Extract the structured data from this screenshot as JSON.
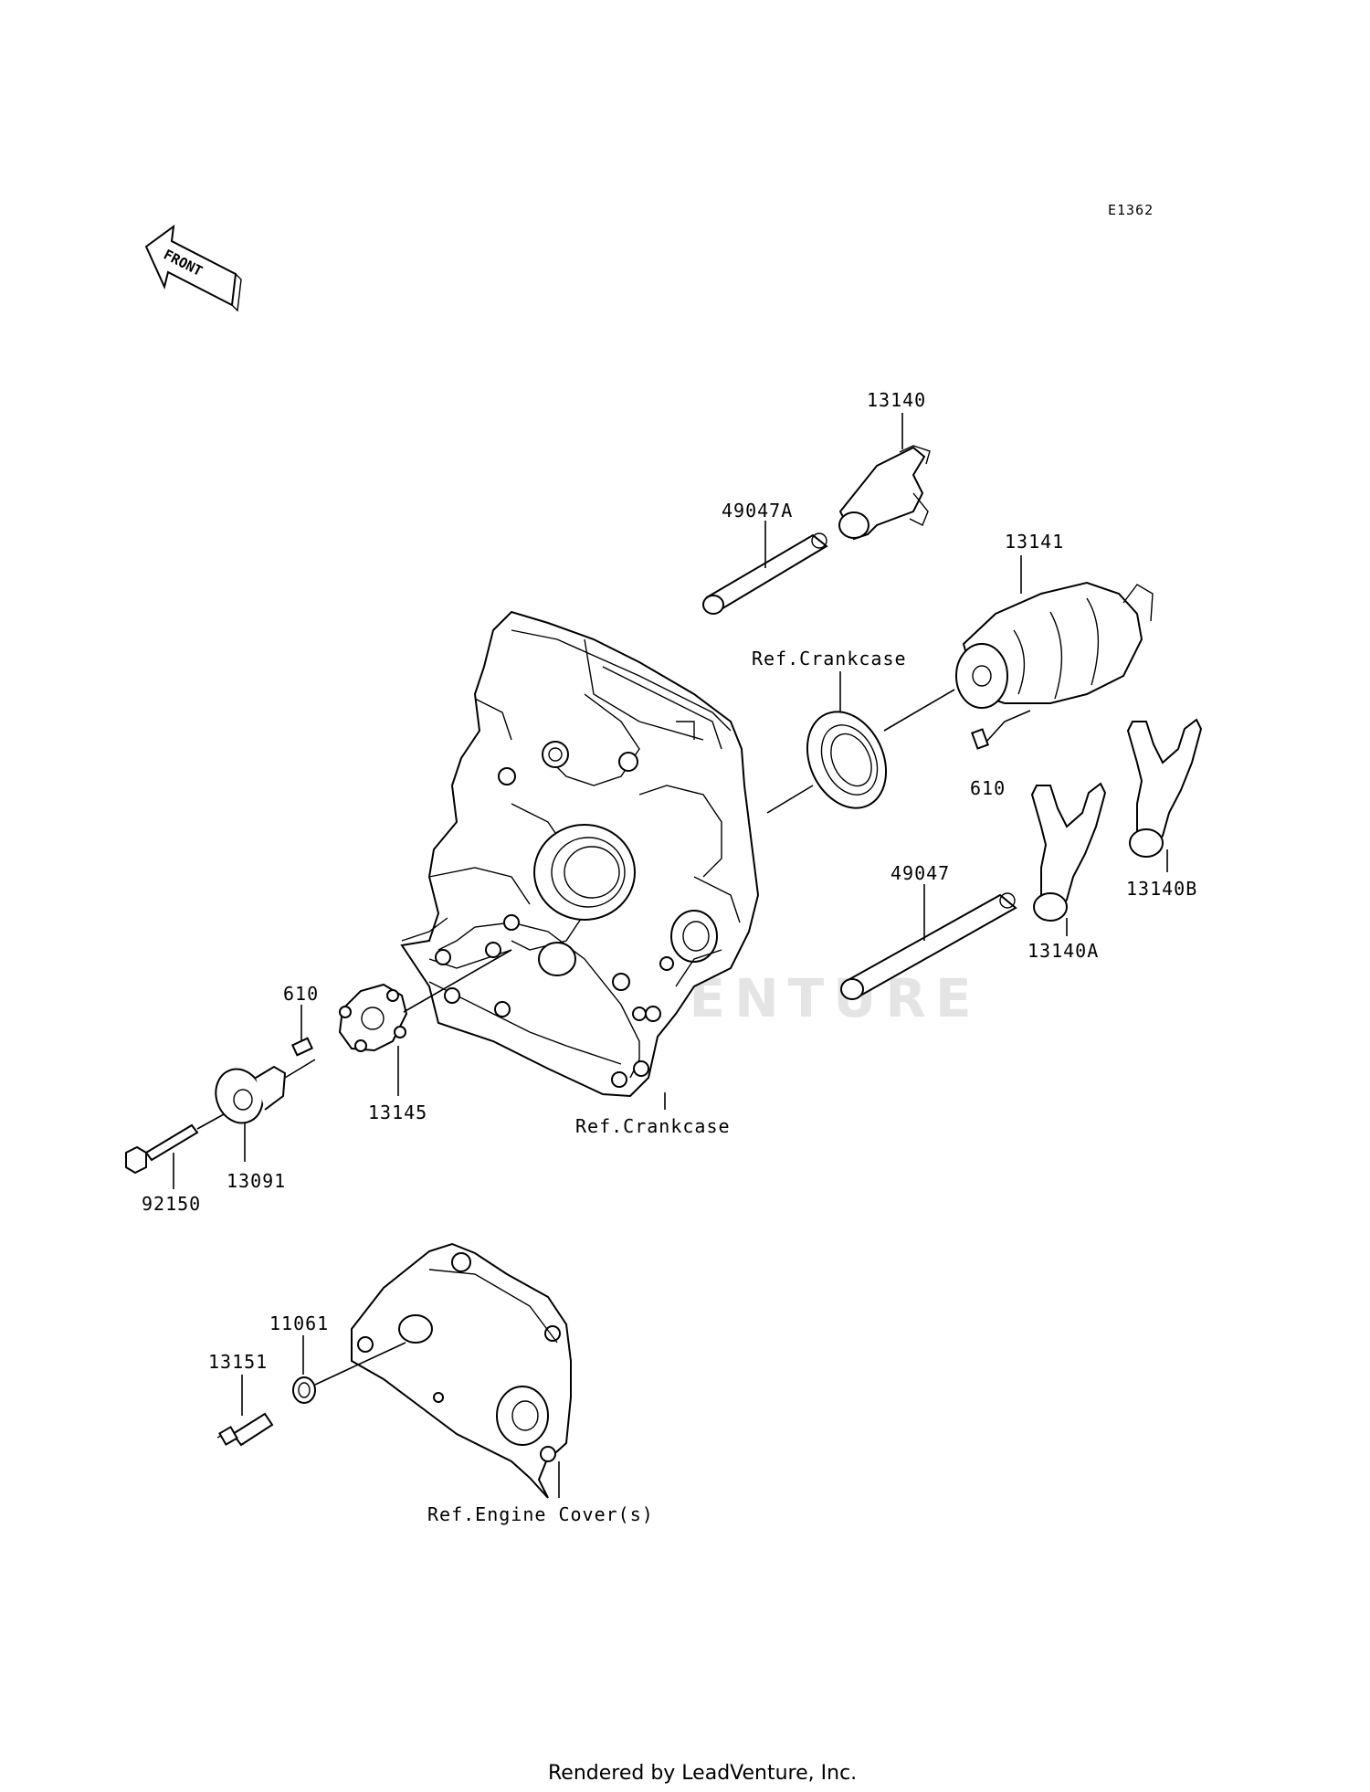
{
  "diagram_code": "E1362",
  "front_label": "FRONT",
  "watermark": "LEADVENTURE",
  "footer": "Rendered by LeadVenture, Inc.",
  "parts": {
    "p13140": "13140",
    "p49047A": "49047A",
    "p13141": "13141",
    "p610_top": "610",
    "p13140A": "13140A",
    "p13140B": "13140B",
    "p49047": "49047",
    "p610_left": "610",
    "p13145": "13145",
    "p13091": "13091",
    "p92150": "92150",
    "p11061": "11061",
    "p13151": "13151"
  },
  "refs": {
    "crankcase_top": "Ref.Crankcase",
    "crankcase_bottom": "Ref.Crankcase",
    "engine_cover": "Ref.Engine Cover(s)"
  }
}
